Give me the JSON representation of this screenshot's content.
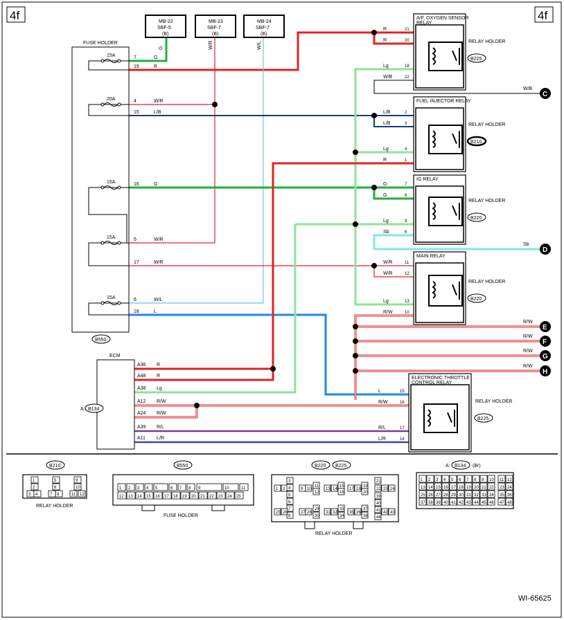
{
  "page_tag": "4f",
  "figure_id": "WI-65625",
  "colors": {
    "red": "#e32222",
    "green": "#1faf3c",
    "light_green": "#8fe39a",
    "navy": "#163a78",
    "blue": "#1e88e6",
    "light_blue": "#63c8ee",
    "sky_blue": "#7ee8ee",
    "purple": "#7a3b8f",
    "black": "#000000"
  },
  "sbf": [
    {
      "name": "MB-22",
      "fuse": "SBF-5",
      "tag": "(B)",
      "wire": "G"
    },
    {
      "name": "MB-23",
      "fuse": "SBF-7",
      "tag": "(B)",
      "wire": "W/R"
    },
    {
      "name": "MB-24",
      "fuse": "SBF-7",
      "tag": "(B)",
      "wire": "W/L"
    }
  ],
  "fuse_holder": {
    "title": "FUSE HOLDER",
    "connector": "B550",
    "fuses": [
      "15A",
      "20A",
      "15A",
      "15A",
      "15A"
    ],
    "pins": [
      {
        "pin": "7",
        "wire": "G"
      },
      {
        "pin": "19",
        "wire": "R"
      },
      {
        "pin": "4",
        "wire": "W/R"
      },
      {
        "pin": "15",
        "wire": "L/B"
      },
      {
        "pin": "16",
        "wire": "G"
      },
      {
        "pin": "5",
        "wire": "W/R"
      },
      {
        "pin": "17",
        "wire": "W/R"
      },
      {
        "pin": "6",
        "wire": "W/L"
      },
      {
        "pin": "18",
        "wire": "L"
      }
    ]
  },
  "relays": [
    {
      "title": "A/F, OXYGEN SENSOR RELAY",
      "holder": "RELAY HOLDER",
      "connector": "B225",
      "pins": [
        {
          "pin": "21",
          "wire": "R"
        },
        {
          "pin": "20",
          "wire": "R"
        },
        {
          "pin": "18",
          "wire": "Lg"
        },
        {
          "pin": "22",
          "wire": "W/B"
        }
      ]
    },
    {
      "title": "FUEL INJECTOR RELAY",
      "holder": "RELAY HOLDER",
      "connector": "B210",
      "pins": [
        {
          "pin": "2",
          "wire": "L/B"
        },
        {
          "pin": "3",
          "wire": "L/B"
        },
        {
          "pin": "4",
          "wire": "Lg"
        },
        {
          "pin": "1",
          "wire": "R"
        }
      ]
    },
    {
      "title": "IG RELAY",
      "holder": "RELAY HOLDER",
      "connector": "B220",
      "pins": [
        {
          "pin": "7",
          "wire": "G"
        },
        {
          "pin": "8",
          "wire": "G"
        },
        {
          "pin": "9",
          "wire": "Lg"
        },
        {
          "pin": "6",
          "wire": "Sb"
        }
      ]
    },
    {
      "title": "MAIN RELAY",
      "holder": "RELAY HOLDER",
      "connector": "B220",
      "pins": [
        {
          "pin": "11",
          "wire": "W/R"
        },
        {
          "pin": "12",
          "wire": "W/R"
        },
        {
          "pin": "13",
          "wire": "Lg"
        },
        {
          "pin": "10",
          "wire": "R/W"
        }
      ]
    },
    {
      "title": "ELECTRONIC THROTTLE CONTROL RELAY",
      "holder": "RELAY HOLDER",
      "connector": "B225",
      "pins": [
        {
          "pin": "15",
          "wire": "L"
        },
        {
          "pin": "16",
          "wire": "R/W"
        },
        {
          "pin": "17",
          "wire": "R/L"
        },
        {
          "pin": "14",
          "wire": "L/R"
        }
      ]
    }
  ],
  "ecm": {
    "title": "ECM",
    "connector_prefix": "A:",
    "connector": "B134",
    "pins": [
      {
        "pin": "A36",
        "wire": "R"
      },
      {
        "pin": "A48",
        "wire": "R"
      },
      {
        "pin": "A38",
        "wire": "Lg"
      },
      {
        "pin": "A12",
        "wire": "R/W"
      },
      {
        "pin": "A24",
        "wire": "R/W"
      },
      {
        "pin": "A39",
        "wire": "R/L"
      },
      {
        "pin": "A11",
        "wire": "L/R"
      }
    ]
  },
  "outputs": [
    {
      "label": "C",
      "wire": "W/B"
    },
    {
      "label": "D",
      "wire": "Sb"
    },
    {
      "label": "E",
      "wire": "R/W"
    },
    {
      "label": "F",
      "wire": "R/W"
    },
    {
      "label": "G",
      "wire": "R/W"
    },
    {
      "label": "H",
      "wire": "R/W"
    }
  ],
  "connector_views": [
    {
      "tags": [
        "B210"
      ],
      "caption": "RELAY HOLDER",
      "cells": [
        "1",
        "2",
        "3",
        "4",
        "5",
        "6",
        "7",
        "8",
        "9",
        "10",
        "11",
        "12"
      ]
    },
    {
      "tags": [
        "B550"
      ],
      "caption": "FUSE HOLDER",
      "cells": [
        "1",
        "2",
        "3",
        "4",
        "5",
        "6",
        "7",
        "8",
        "9",
        "10",
        "11",
        "12",
        "13",
        "14",
        "15",
        "16",
        "17",
        "18",
        "19",
        "20",
        "21",
        "22",
        "23",
        "24",
        "25"
      ]
    },
    {
      "tags": [
        "B220",
        "B225"
      ],
      "caption": "RELAY HOLDER",
      "cells": [
        "1",
        "2",
        "3",
        "4",
        "5",
        "6",
        "7",
        "8",
        "9",
        "10",
        "11",
        "12",
        "13",
        "14",
        "15",
        "16",
        "17",
        "18",
        "19",
        "20",
        "21",
        "22",
        "23",
        "24",
        "25",
        "26",
        "27",
        "28",
        "29",
        "30",
        "31",
        "32",
        "33",
        "34",
        "35",
        "36",
        "37",
        "38",
        "39",
        "40",
        "41",
        "42",
        "43",
        "44"
      ]
    },
    {
      "tags": [
        "B134"
      ],
      "prefix": "A:",
      "suffix": "(Br)",
      "caption": "",
      "cells": [
        "1",
        "2",
        "3",
        "4",
        "5",
        "6",
        "7",
        "8",
        "9",
        "10",
        "11",
        "12",
        "13",
        "14",
        "15",
        "16",
        "17",
        "18",
        "19",
        "20",
        "21",
        "22",
        "23",
        "24",
        "25",
        "26",
        "27",
        "28",
        "29",
        "30",
        "31",
        "32",
        "33",
        "34",
        "35",
        "36",
        "37",
        "38",
        "39",
        "40",
        "41",
        "42",
        "43",
        "44",
        "45",
        "46",
        "47",
        "48"
      ]
    }
  ]
}
